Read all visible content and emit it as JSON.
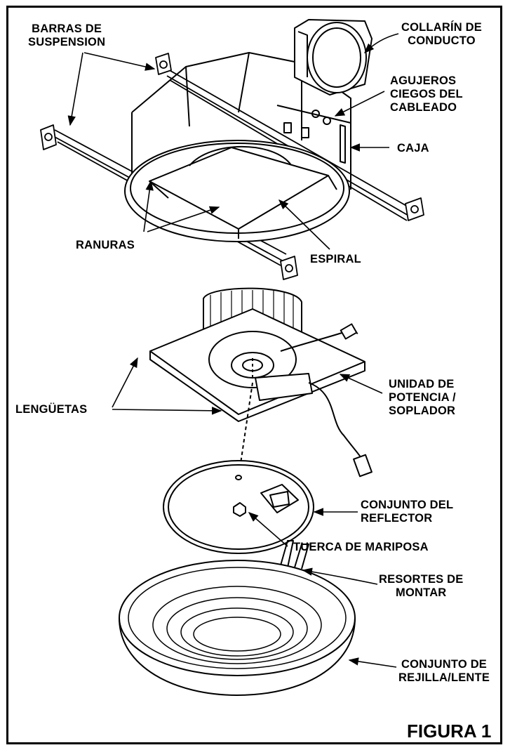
{
  "labels": {
    "suspension_bars": [
      "BARRAS DE",
      "SUSPENSION"
    ],
    "duct_collar": [
      "COLLARÍN DE",
      "CONDUCTO"
    ],
    "knockouts": [
      "AGUJEROS",
      "CIEGOS DEL",
      "CABLEADO"
    ],
    "housing": "CAJA",
    "slots": "RANURAS",
    "scroll": "ESPIRAL",
    "tabs": "LENGÜETAS",
    "power_unit": [
      "UNIDAD DE",
      "POTENCIA /",
      "SOPLADOR"
    ],
    "reflector": [
      "CONJUNTO DEL",
      "REFLECTOR"
    ],
    "wing_nut": "TUERCA DE MARIPOSA",
    "springs": [
      "RESORTES DE",
      "MONTAR"
    ],
    "grille": [
      "CONJUNTO DE",
      "REJILLA/LENTE"
    ]
  },
  "figure_label": "FIGURA 1"
}
